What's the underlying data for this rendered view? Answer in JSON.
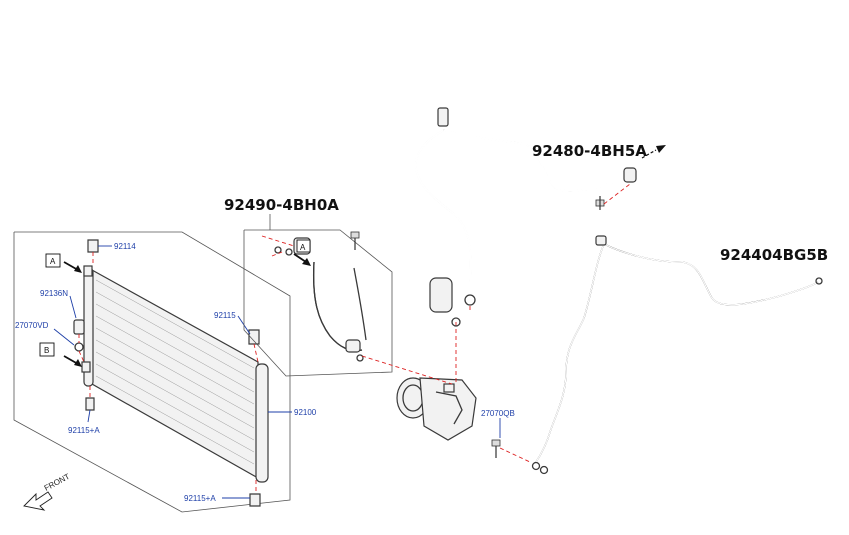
{
  "labels": {
    "hose_a": "92490-4BH0A",
    "hose_b": "92480-4BH5A",
    "pipe": "924404BG5B",
    "condenser": "92100",
    "bracket_top": "92114",
    "bracket_right": "92115",
    "bracket_bottom_left": "92115+A",
    "bracket_bottom": "92115+A",
    "sensor": "92136N",
    "oring_left": "27070VD",
    "oring_right": "27070QB",
    "callout_a": "A",
    "callout_b": "B",
    "callout_a_hose": "A",
    "front": "FRONT"
  },
  "colors": {
    "label_blue": "#1e3fa8",
    "leader_red": "#dd2222",
    "line": "#3a3a3a"
  }
}
